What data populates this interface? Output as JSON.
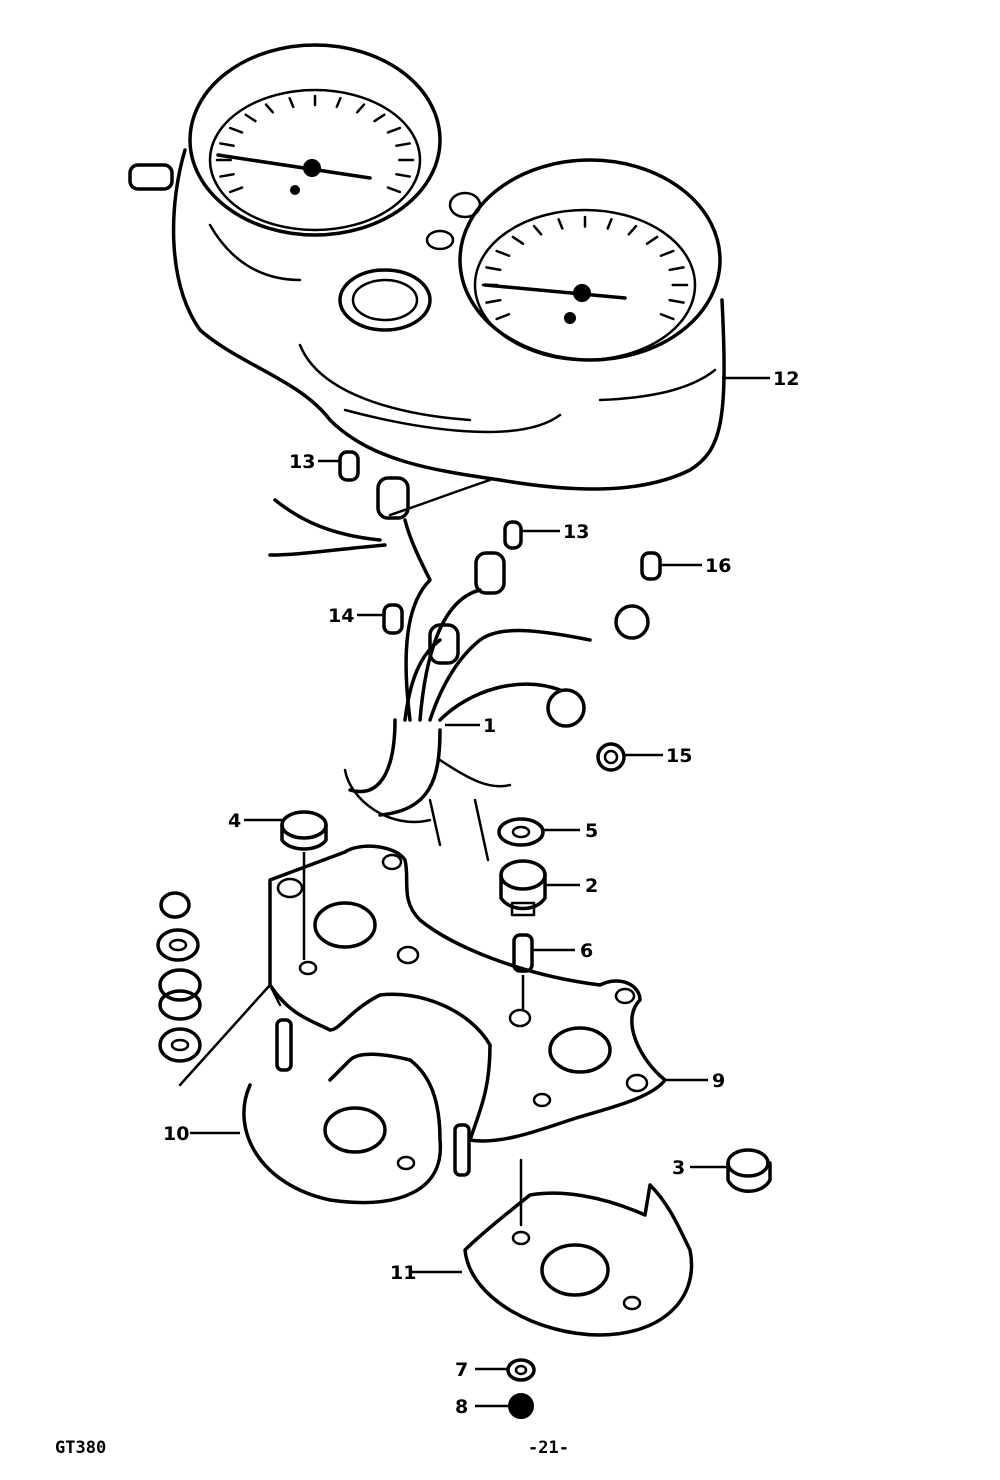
{
  "callouts": [
    {
      "id": "1",
      "label": "1"
    },
    {
      "id": "2",
      "label": "2"
    },
    {
      "id": "3",
      "label": "3"
    },
    {
      "id": "4",
      "label": "4"
    },
    {
      "id": "5",
      "label": "5"
    },
    {
      "id": "6",
      "label": "6"
    },
    {
      "id": "7",
      "label": "7"
    },
    {
      "id": "8",
      "label": "8"
    },
    {
      "id": "9",
      "label": "9"
    },
    {
      "id": "10",
      "label": "10"
    },
    {
      "id": "11",
      "label": "11"
    },
    {
      "id": "12",
      "label": "12"
    },
    {
      "id": "13a",
      "label": "13"
    },
    {
      "id": "13b",
      "label": "13"
    },
    {
      "id": "14",
      "label": "14"
    },
    {
      "id": "15",
      "label": "15"
    },
    {
      "id": "16",
      "label": "16"
    }
  ],
  "footer": {
    "model": "GT380",
    "page": "-21-"
  }
}
